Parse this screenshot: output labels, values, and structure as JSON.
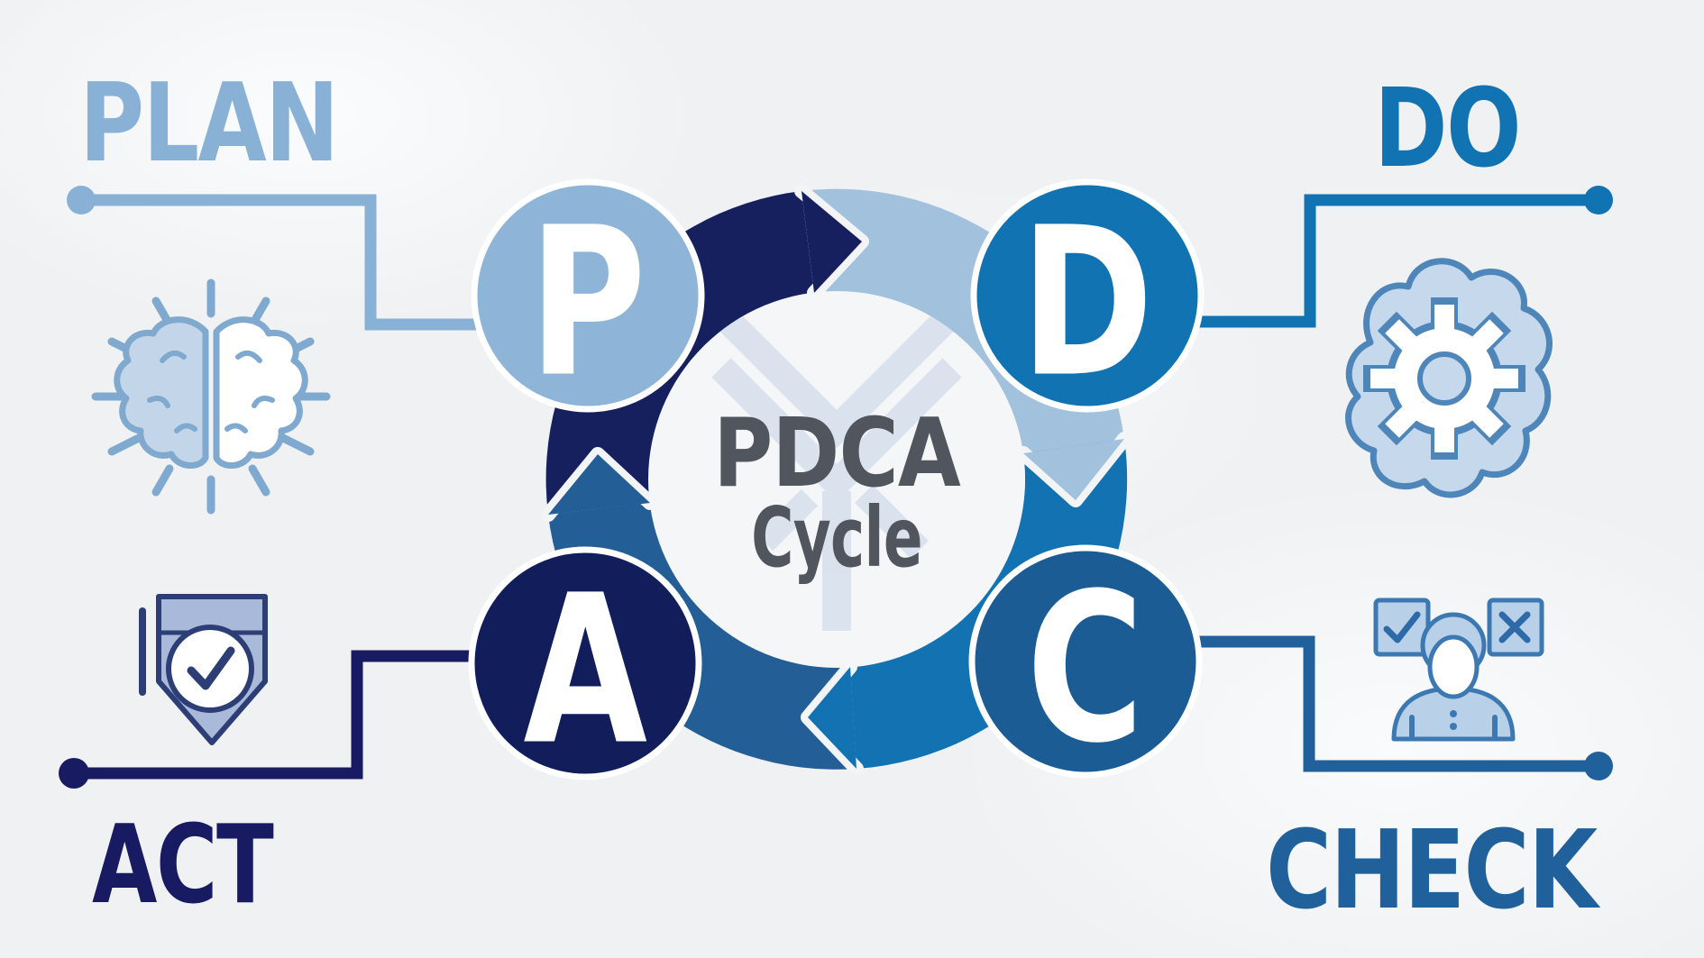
{
  "title": "PDCA Cycle",
  "center": {
    "heading": "PDCA",
    "subheading": "Cycle"
  },
  "stages": [
    {
      "key": "plan",
      "letter": "P",
      "label": "PLAN",
      "color": "#88B1D5",
      "circle_color": "#8EB5D8",
      "icon": "brain-idea-icon"
    },
    {
      "key": "do",
      "letter": "D",
      "label": "DO",
      "color": "#1173B2",
      "circle_color": "#1173B2",
      "icon": "brain-gear-icon"
    },
    {
      "key": "check",
      "letter": "C",
      "label": "CHECK",
      "color": "#20619B",
      "circle_color": "#1B5C95",
      "icon": "person-evaluation-icon"
    },
    {
      "key": "act",
      "letter": "A",
      "label": "ACT",
      "color": "#181B61",
      "circle_color": "#121D5C",
      "icon": "shield-check-icon"
    }
  ],
  "ring": {
    "direction": "clockwise",
    "order": [
      "P",
      "D",
      "C",
      "A"
    ],
    "segment_colors": {
      "p_to_d": "#16205F",
      "d_to_c": "#A2C1DD",
      "c_to_a": "#1272B2",
      "a_to_p": "#235E96"
    },
    "inner_circle_color": "#F5F6F8",
    "watermark_color": "#CBD6E8"
  },
  "icon_palette": {
    "plan_stroke": "#7FA9CF",
    "plan_fill": "#C3D5E9",
    "do_stroke": "#4E86BA",
    "do_fill": "#C5D8EC",
    "act_stroke": "#2C3E75",
    "act_fill": "#A9B9DA",
    "check_stroke": "#3C79B2",
    "check_fill": "#B9D0E9"
  },
  "background_color": "#EFF1F3"
}
